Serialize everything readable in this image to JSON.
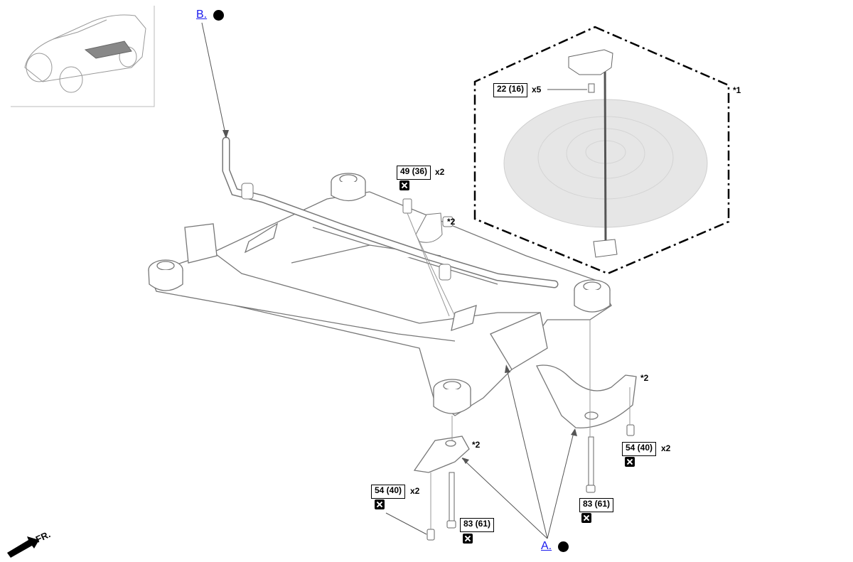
{
  "links": {
    "a": "A.",
    "b": "B."
  },
  "torques": {
    "t22": "22 (16)",
    "t49": "49 (36)",
    "t54_right": "54 (40)",
    "t54_left": "54 (40)",
    "t83_right": "83 (61)",
    "t83_center": "83 (61)"
  },
  "quantities": {
    "x5": "x5",
    "x2_49": "x2",
    "x2_54_right": "x2",
    "x2_54_left": "x2"
  },
  "notes": {
    "n1": "*1",
    "n2_clamp": "*2",
    "n2_bracket": "*2",
    "n2_mount": "*2"
  },
  "direction": "FR.",
  "colors": {
    "link": "#1a1aee",
    "line": "#555555",
    "part_fill": "#ffffff",
    "tire_fill": "#e6e6e6"
  },
  "icons": [
    "filled-dot-icon",
    "non-reusable-part-icon",
    "front-direction-arrow-icon",
    "vehicle-locator-icon"
  ]
}
